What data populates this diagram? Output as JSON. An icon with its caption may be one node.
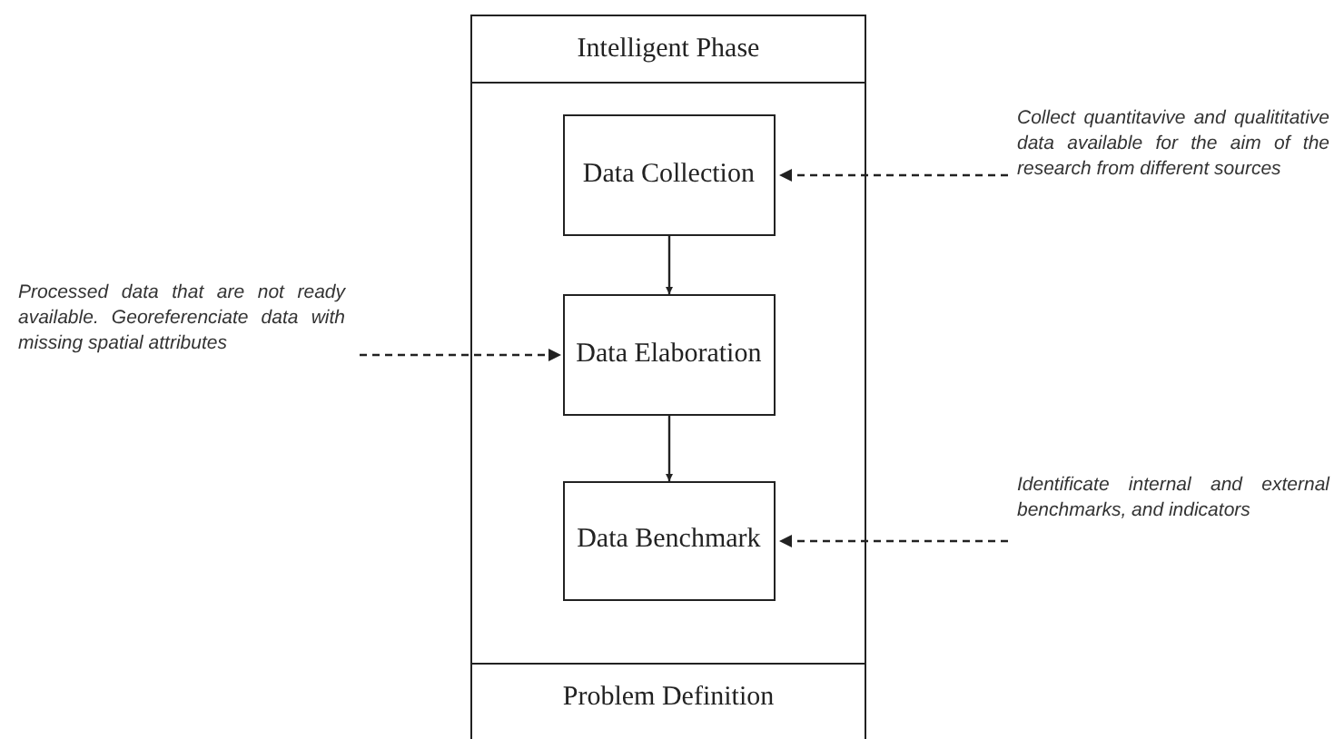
{
  "diagram": {
    "nodes": [
      {
        "text": [
          "Intelligent Phase"
        ]
      },
      {
        "text": [
          "Data Collection"
        ],
        "in": 0
      },
      {
        "text": [
          "Data Elaboration"
        ],
        "in": 0
      },
      {
        "text": [
          "Data Benchmark"
        ],
        "in": 0
      },
      {
        "text": [
          "Problem Definition"
        ]
      },
      {
        "text": [
          "Processed data that are not ready available. Georeferenciate data with missing spatial attributes"
        ]
      },
      {
        "text": [
          "Collect quantitavive and qualititative data available for the aim of the research from different sources"
        ]
      },
      {
        "text": [
          "Identificate internal and external benchmarks, and indicators"
        ]
      }
    ],
    "edges": [
      {
        "from": 1,
        "to": 2,
        "arrow": "to"
      },
      {
        "from": 2,
        "to": 3,
        "arrow": "to"
      },
      {
        "from": 5,
        "to": 2,
        "arrow": "to",
        "style": "dashed"
      },
      {
        "from": 6,
        "to": 1,
        "arrow": "to",
        "style": "dashed"
      },
      {
        "from": 7,
        "to": 3,
        "arrow": "to",
        "style": "dashed"
      }
    ]
  }
}
